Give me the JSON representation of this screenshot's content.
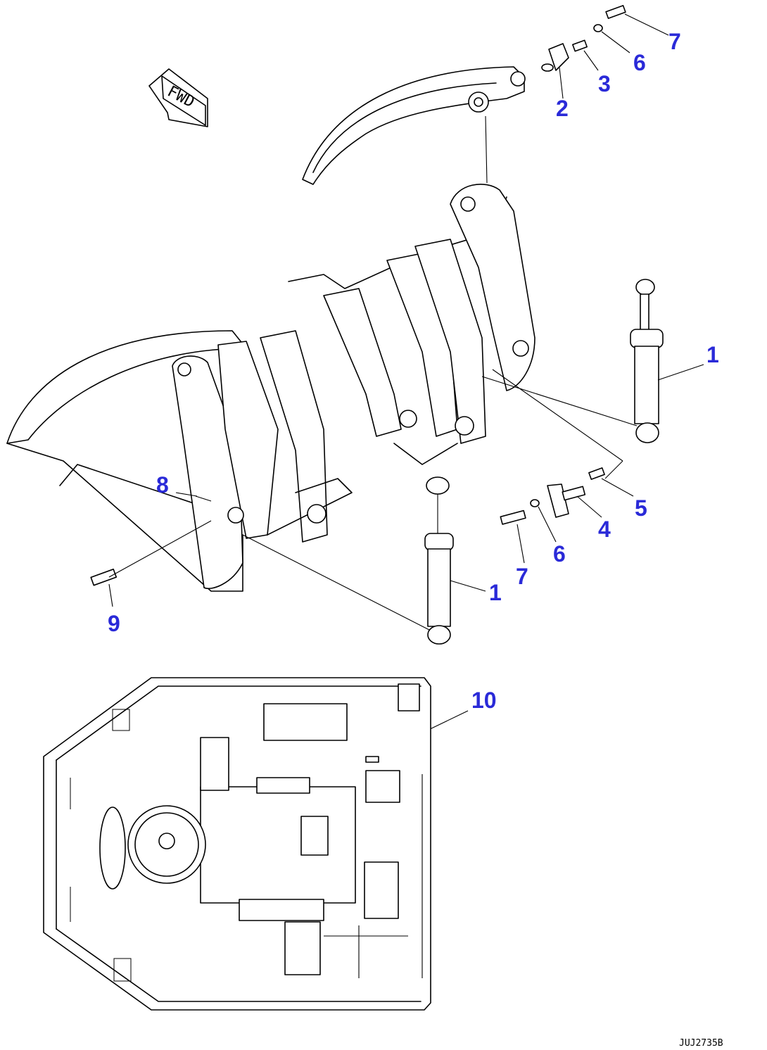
{
  "callouts": [
    {
      "id": "c7a",
      "label": "7"
    },
    {
      "id": "c6a",
      "label": "6"
    },
    {
      "id": "c3",
      "label": "3"
    },
    {
      "id": "c2",
      "label": "2"
    },
    {
      "id": "c1a",
      "label": "1"
    },
    {
      "id": "c5",
      "label": "5"
    },
    {
      "id": "c4",
      "label": "4"
    },
    {
      "id": "c6b",
      "label": "6"
    },
    {
      "id": "c7b",
      "label": "7"
    },
    {
      "id": "c1b",
      "label": "1"
    },
    {
      "id": "c8",
      "label": "8"
    },
    {
      "id": "c9",
      "label": "9"
    },
    {
      "id": "c10",
      "label": "10"
    }
  ],
  "fwd_label": "FWD",
  "drawing_code": "JUJ2735B",
  "colors": {
    "callout": "#2a2ad8",
    "line": "#000000"
  }
}
